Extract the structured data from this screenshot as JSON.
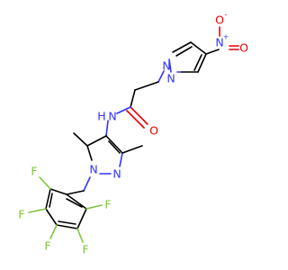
{
  "molecule": {
    "atoms": [
      {
        "id": "nitro_n",
        "label": "N",
        "charge": "+",
        "color": "#3333ff"
      },
      {
        "id": "nitro_o_top",
        "label": "O",
        "charge": "-",
        "color": "#e60000"
      },
      {
        "id": "nitro_o_right",
        "label": "O",
        "color": "#e60000"
      },
      {
        "id": "pz1_n2",
        "label": "N",
        "color": "#3333ff"
      },
      {
        "id": "pz1_n1",
        "label": "N",
        "color": "#3333ff"
      },
      {
        "id": "amide_n",
        "label": "N",
        "color": "#3333ff"
      },
      {
        "id": "amide_h",
        "label": "H",
        "color": "#3333ff"
      },
      {
        "id": "amide_o",
        "label": "O",
        "color": "#e60000"
      },
      {
        "id": "pz2_n1",
        "label": "N",
        "color": "#3333ff"
      },
      {
        "id": "pz2_n2",
        "label": "N",
        "color": "#3333ff"
      },
      {
        "id": "f1",
        "label": "F",
        "color": "#7fc43a"
      },
      {
        "id": "f2",
        "label": "F",
        "color": "#7fc43a"
      },
      {
        "id": "f3",
        "label": "F",
        "color": "#7fc43a"
      },
      {
        "id": "f4",
        "label": "F",
        "color": "#7fc43a"
      },
      {
        "id": "f5",
        "label": "F",
        "color": "#7fc43a"
      }
    ]
  }
}
